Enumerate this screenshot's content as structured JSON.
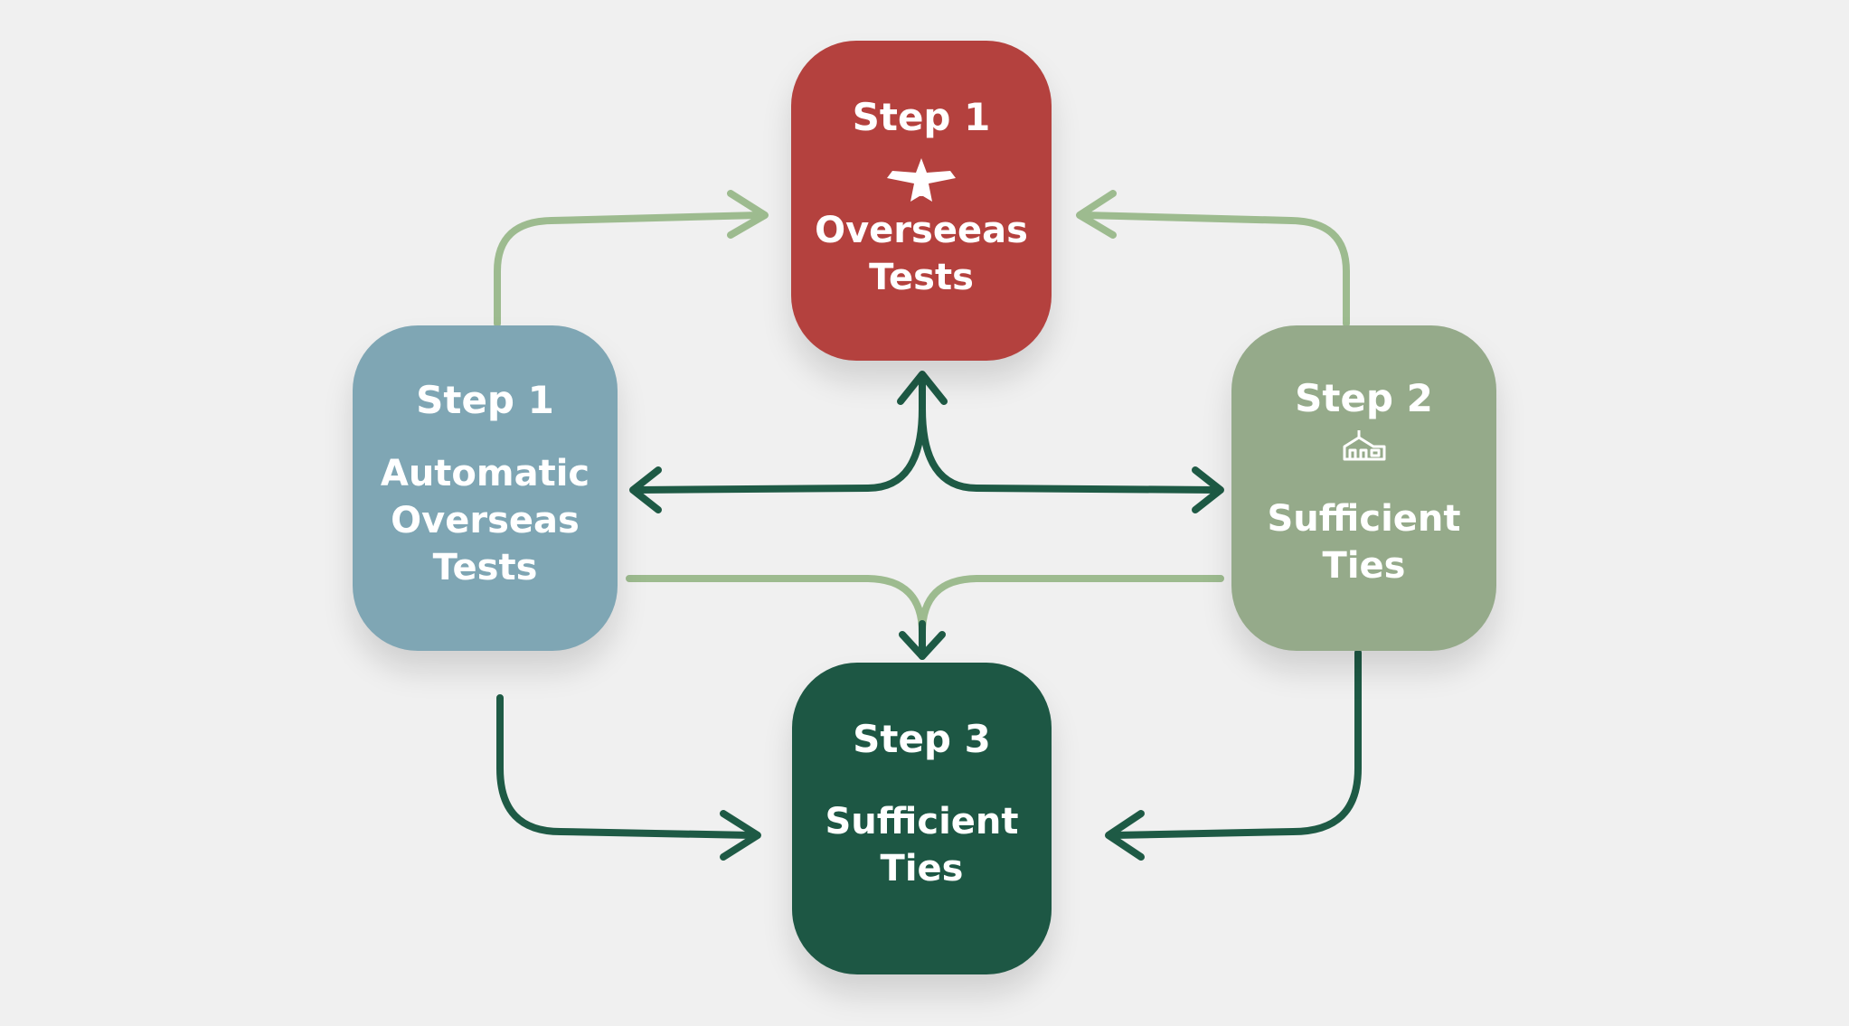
{
  "colors": {
    "background": "#f0f0f0",
    "red": "#b4413e",
    "blue": "#7fa6b4",
    "sage": "#95aa8a",
    "dark_green": "#1d5744",
    "arrow_light": "#9dbb8f",
    "arrow_dark": "#1e5a45"
  },
  "nodes": {
    "top": {
      "step": "Step 1",
      "label": "Overseeas\nTests",
      "icon": "plane-icon"
    },
    "left": {
      "step": "Step 1",
      "label": "Automatic\nOverseas\nTests"
    },
    "right": {
      "step": "Step 2",
      "label": "Sufficient\nTies",
      "icon": "house-icon"
    },
    "bottom": {
      "step": "Step 3",
      "label": "Sufficient\nTies"
    }
  }
}
